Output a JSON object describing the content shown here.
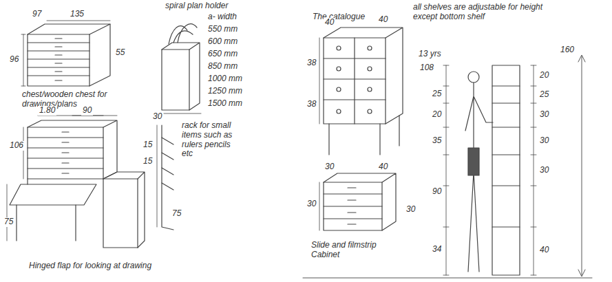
{
  "diagram": {
    "labels": [
      "spiral plan holder",
      "a- width",
      "550 mm",
      "600 mm",
      "650 mm",
      "850 mm",
      "1000 mm",
      "1250 mm",
      "1500 mm",
      "97",
      "135",
      "55",
      "96",
      "chest/wooden chest for drawings/plans",
      "1.80",
      "90",
      "106",
      "75",
      "30",
      "15",
      "15",
      "75",
      "rack for small items such as rulers pencils etc",
      "Hinged flap for looking at drawing",
      "The catalogue",
      "all shelves are adjustable for height except bottom shelf",
      "40",
      "40",
      "38",
      "38",
      "30",
      "40",
      "30",
      "30",
      "Slide and filmstrip Cabinet",
      "13 yrs",
      "160",
      "108",
      "25",
      "20",
      "35",
      "90",
      "34",
      "20",
      "25",
      "30",
      "30",
      "30",
      "40"
    ]
  }
}
